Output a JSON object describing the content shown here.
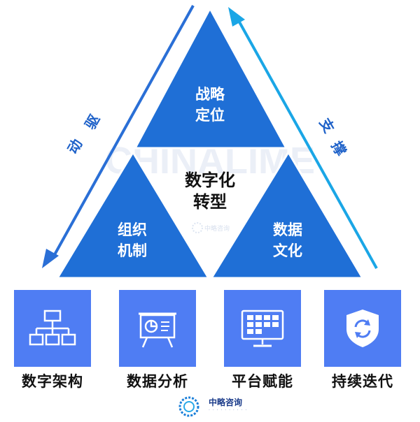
{
  "diagram": {
    "top_triangle": [
      "战略",
      "定位"
    ],
    "center_triangle": [
      "数字化",
      "转型"
    ],
    "left_triangle": [
      "组织",
      "机制"
    ],
    "right_triangle": [
      "数据",
      "文化"
    ],
    "left_arrow_label": [
      "驱",
      "动"
    ],
    "right_arrow_label": [
      "支",
      "撑"
    ],
    "watermark": "CHINALIME"
  },
  "boxes": [
    {
      "label": "数字架构",
      "icon": "org-chart-icon"
    },
    {
      "label": "数据分析",
      "icon": "presentation-board-icon"
    },
    {
      "label": "平台赋能",
      "icon": "monitor-grid-icon"
    },
    {
      "label": "持续迭代",
      "icon": "shield-refresh-icon"
    }
  ],
  "brand": {
    "name": "中略咨询"
  },
  "colors": {
    "triangle": "#1f6fd6",
    "triangle_dark": "#1558b8",
    "arrow_left": "#2a6fd6",
    "arrow_right": "#1aa6e6",
    "box": "#4f7df3"
  }
}
